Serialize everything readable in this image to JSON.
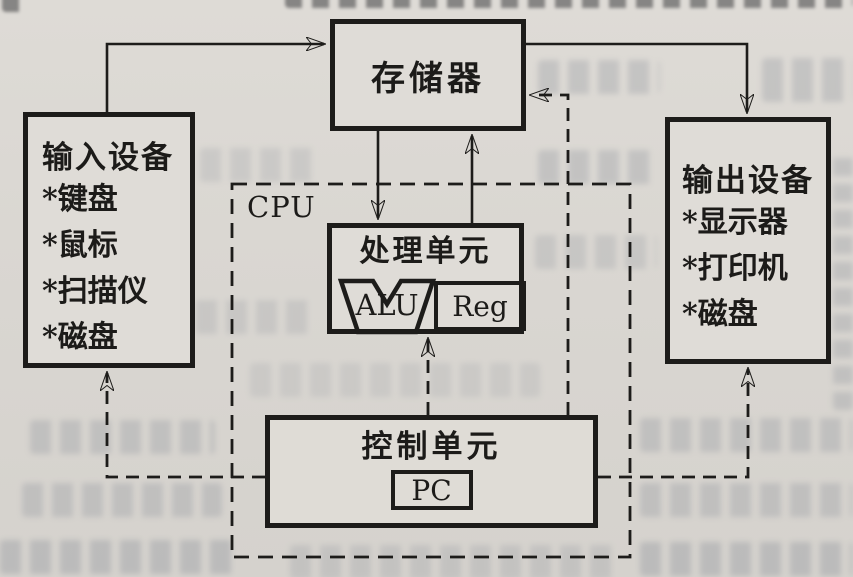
{
  "colors": {
    "page_background": "#dad7d2",
    "ink": "#1d1c1a",
    "ghost_bleedthrough": "#9296a0"
  },
  "diagram": {
    "memory": {
      "label": "存储器"
    },
    "cpu": {
      "label": "CPU",
      "processing_unit": {
        "label": "处理单元",
        "alu_label": "ALU",
        "reg_label": "Reg"
      },
      "control_unit": {
        "label": "控制单元",
        "pc_label": "PC"
      }
    },
    "input_device": {
      "title": "输入设备",
      "items": [
        "*键盘",
        "*鼠标",
        "*扫描仪",
        "*磁盘"
      ]
    },
    "output_device": {
      "title": "输出设备",
      "items": [
        "*显示器",
        "*打印机",
        "*磁盘"
      ]
    },
    "connections": [
      {
        "from": "input-device",
        "to": "memory",
        "style": "solid",
        "arrow": "into-memory-left"
      },
      {
        "from": "memory",
        "to": "output-device",
        "style": "solid",
        "arrow": "into-output-top"
      },
      {
        "from": "memory",
        "to": "processing-unit",
        "style": "solid",
        "arrow": "into-processing-unit-top"
      },
      {
        "from": "processing-unit",
        "to": "memory",
        "style": "solid",
        "arrow": "into-memory-bottom"
      },
      {
        "from": "control-unit",
        "to": "memory",
        "style": "dashed",
        "arrow": "into-memory-right"
      },
      {
        "from": "control-unit",
        "to": "processing-unit",
        "style": "dashed",
        "arrow": "into-processing-unit-bottom"
      },
      {
        "from": "control-unit",
        "to": "input-device",
        "style": "dashed",
        "arrow": "into-input-bottom"
      },
      {
        "from": "control-unit",
        "to": "output-device",
        "style": "dashed",
        "arrow": "into-output-bottom"
      }
    ]
  }
}
